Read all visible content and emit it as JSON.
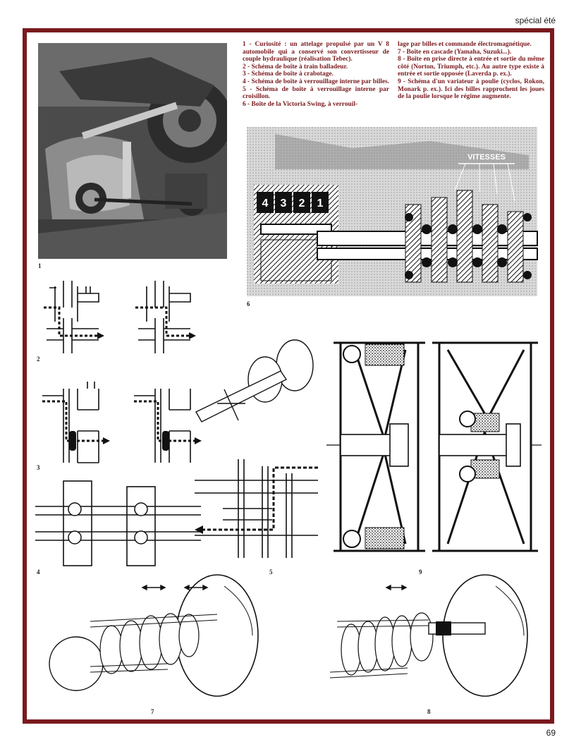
{
  "header": {
    "section": "spécial été"
  },
  "page_number": "69",
  "captions": {
    "col1": [
      "1 - Curiosité : un attelage propulsé par un V 8 automobile qui a conservé son convertisseur de couple hydraulique (réalisation Tebec).",
      "2 - Schéma de boîte à train balladeur.",
      "3 - Schéma de boîte à crabotage.",
      "4 - Schéma de boîte à verrouillage interne par billes.",
      "5 - Schéma de boîte à verrouillage interne par croisillon.",
      "6 - Boîte de la Victoria Swing, à verrouil-"
    ],
    "col2": [
      "lage par billes et commande électromagnétique.",
      "7 - Boîte en cascade (Yamaha, Suzuki...).",
      "8 - Boîte en prise directe à entrée et sortie du même côté (Norton, Triumph, etc.). Au autre type existe à entrée et sortie opposée (Laverda p. ex.).",
      "9 - Schéma d'un variateur à poulie (cyclos, Rokon, Monark p. ex.). Ici des billes rapprochent les joues de la poulie lorsque le régime augmente."
    ]
  },
  "figure_numbers": [
    "1",
    "2",
    "3",
    "4",
    "5",
    "6",
    "7",
    "8",
    "9"
  ],
  "figure6": {
    "label_vitesses": "VITESSES",
    "gear_numbers": [
      "4",
      "3",
      "2",
      "1"
    ]
  }
}
